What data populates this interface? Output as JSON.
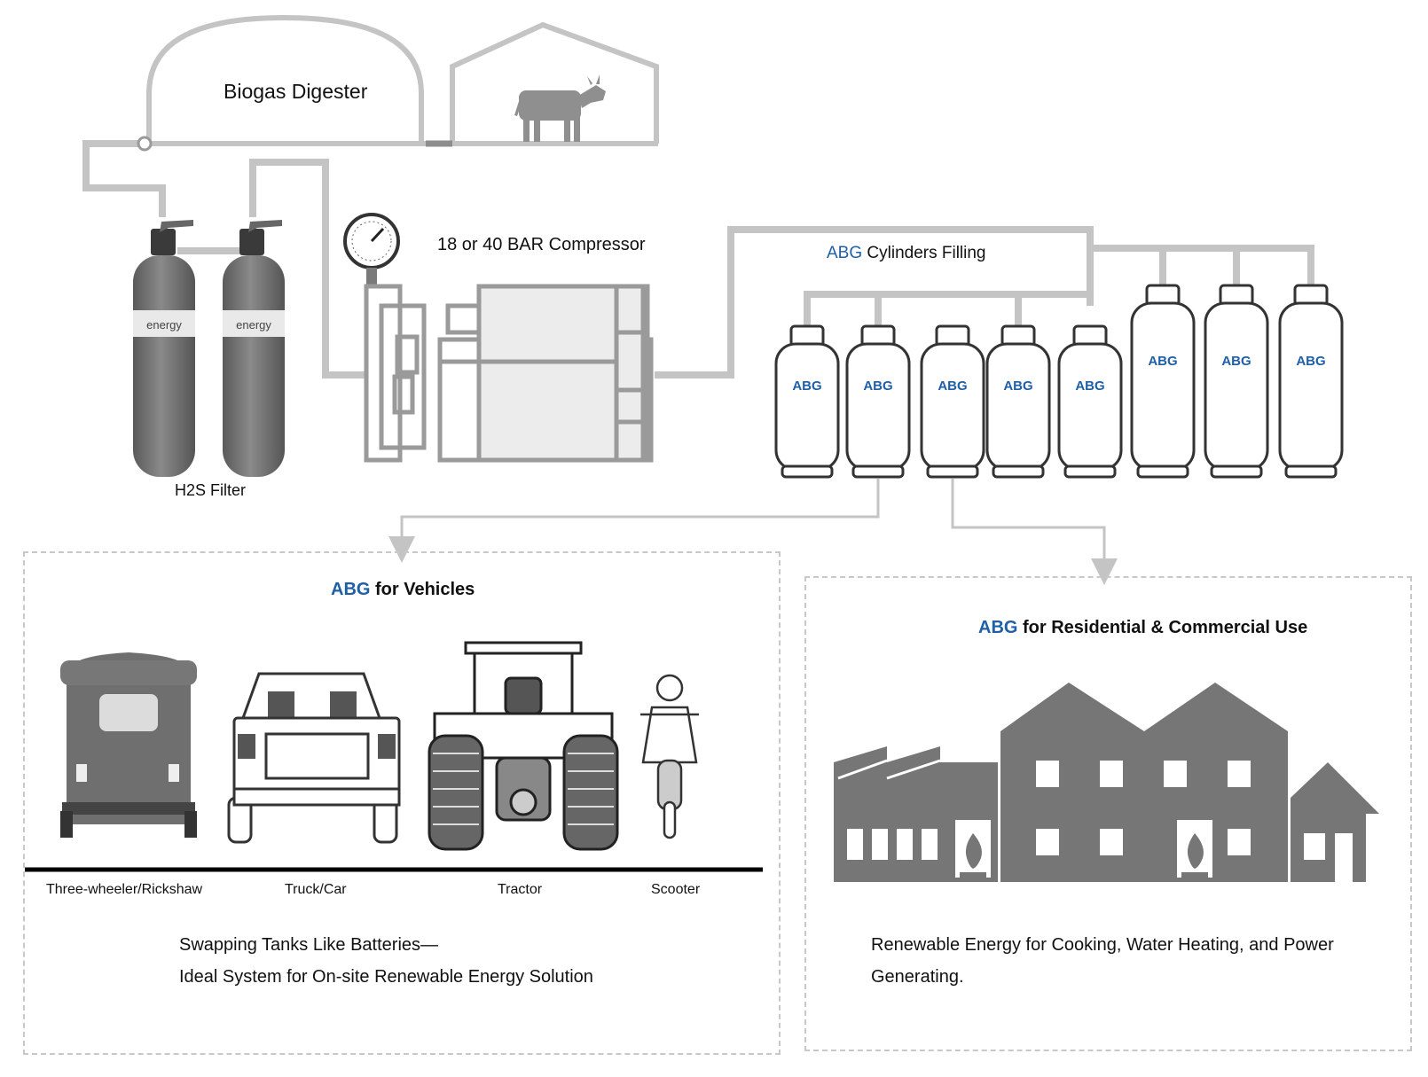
{
  "colors": {
    "pipe": "#c4c4c4",
    "outline": "#9a9a9a",
    "filter_body": "#6f6f6f",
    "accent": "#1f5fa8",
    "building": "#767676",
    "dashed_border": "#c8c8c8"
  },
  "top": {
    "digester_label": "Biogas Digester",
    "compressor_label": "18 or 40 BAR Compressor",
    "filter_label": "H2S Filter",
    "filter_brand": "energy",
    "filling_label_accent": "ABG",
    "filling_label_rest": " Cylinders Filling",
    "cylinder_tags": [
      "ABG",
      "ABG",
      "ABG",
      "ABG",
      "ABG",
      "ABG",
      "ABG",
      "ABG"
    ]
  },
  "vehicles_panel": {
    "title_accent": "ABG",
    "title_rest": " for Vehicles",
    "vehicles": [
      "Three-wheeler/Rickshaw",
      "Truck/Car",
      "Tractor",
      "Scooter"
    ],
    "caption_line1": "Swapping Tanks Like Batteries—",
    "caption_line2": "Ideal System for On-site Renewable Energy Solution"
  },
  "residential_panel": {
    "title_accent": "ABG",
    "title_rest": " for Residential & Commercial Use",
    "caption_line1": "Renewable Energy for Cooking, Water Heating, and Power",
    "caption_line2": "Generating."
  },
  "icons": [
    "cow-icon",
    "pressure-gauge-icon",
    "flame-icon",
    "factory-icon",
    "house-icon"
  ]
}
